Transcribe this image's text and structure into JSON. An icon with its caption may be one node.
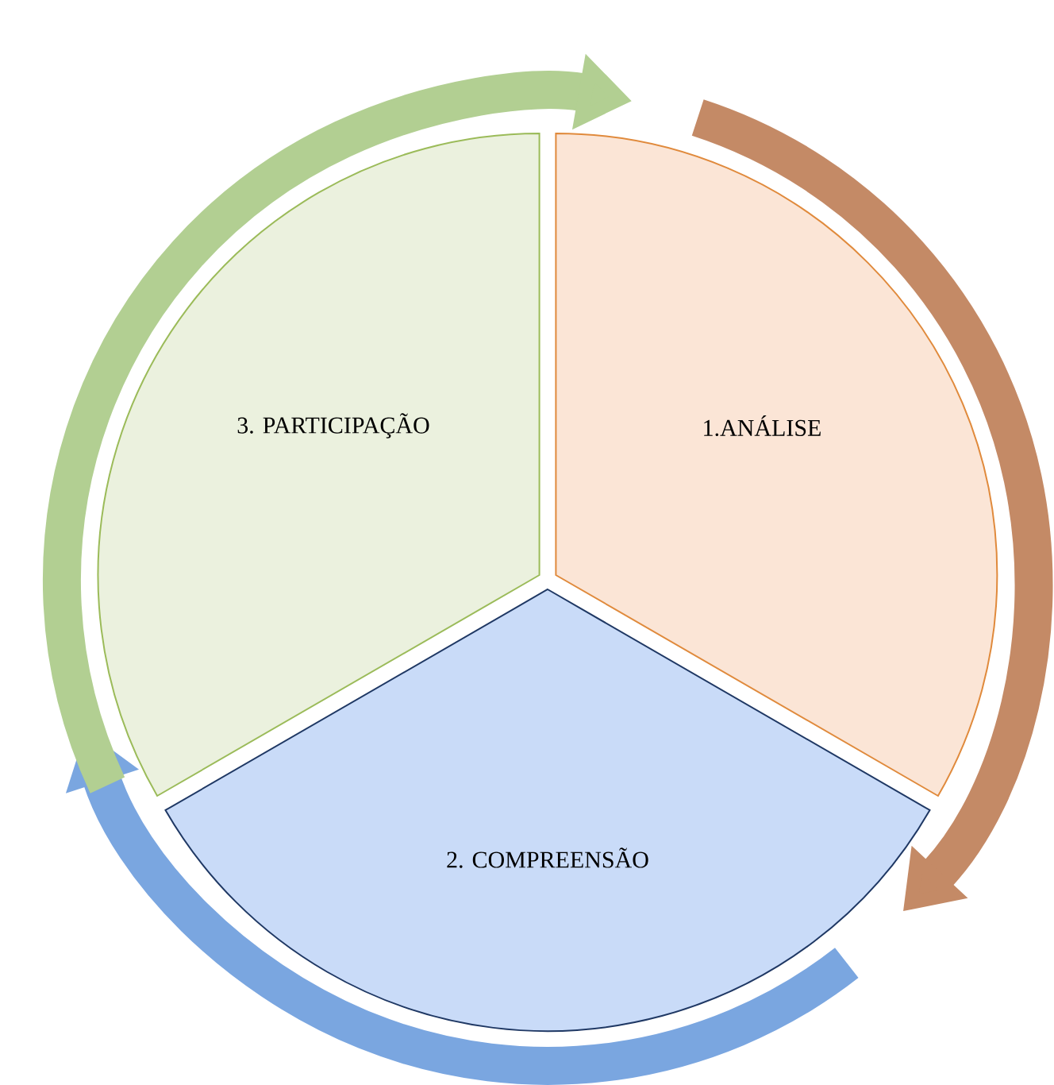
{
  "diagram": {
    "nodes": [
      {
        "text": [
          "1.ANÁLISE"
        ]
      },
      {
        "text": [
          "2. COMPREENSÃO"
        ]
      },
      {
        "text": [
          "3. PARTICIPAÇÃO"
        ]
      }
    ],
    "edges": [
      {
        "from": 0,
        "to": 1,
        "arrow": "to",
        "color": "#c48a66"
      },
      {
        "from": 1,
        "to": 2,
        "arrow": "to",
        "color": "#7aa6e0"
      },
      {
        "from": 2,
        "to": 0,
        "arrow": "to",
        "color": "#b2cf92"
      }
    ]
  }
}
